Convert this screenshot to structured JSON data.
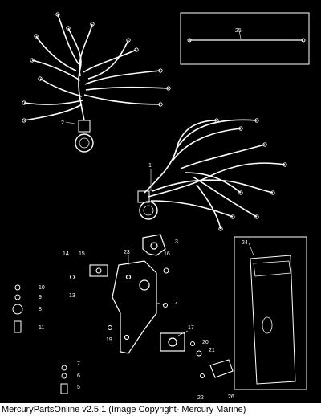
{
  "callouts": [
    {
      "id": "c1",
      "label": "1"
    },
    {
      "id": "c2",
      "label": "2"
    },
    {
      "id": "c3",
      "label": "3"
    },
    {
      "id": "c4",
      "label": "4"
    },
    {
      "id": "c5",
      "label": "5"
    },
    {
      "id": "c6",
      "label": "6"
    },
    {
      "id": "c7",
      "label": "7"
    },
    {
      "id": "c8",
      "label": "8"
    },
    {
      "id": "c9",
      "label": "9"
    },
    {
      "id": "c10",
      "label": "10"
    },
    {
      "id": "c11",
      "label": "11"
    },
    {
      "id": "c13",
      "label": "13"
    },
    {
      "id": "c14",
      "label": "14"
    },
    {
      "id": "c15",
      "label": "15"
    },
    {
      "id": "c16",
      "label": "16"
    },
    {
      "id": "c17",
      "label": "17"
    },
    {
      "id": "c19",
      "label": "19"
    },
    {
      "id": "c20",
      "label": "20"
    },
    {
      "id": "c21",
      "label": "21"
    },
    {
      "id": "c22",
      "label": "22"
    },
    {
      "id": "c23",
      "label": "23"
    },
    {
      "id": "c24",
      "label": "24"
    },
    {
      "id": "c25",
      "label": "25"
    },
    {
      "id": "c26",
      "label": "26"
    }
  ],
  "footer": {
    "text": "MercuryPartsOnline v2.5.1 (Image Copyright- Mercury Marine)"
  },
  "colors": {
    "background": "#000000",
    "lines": "#ffffff",
    "footer_bg": "#ffffff",
    "footer_text": "#000000"
  }
}
